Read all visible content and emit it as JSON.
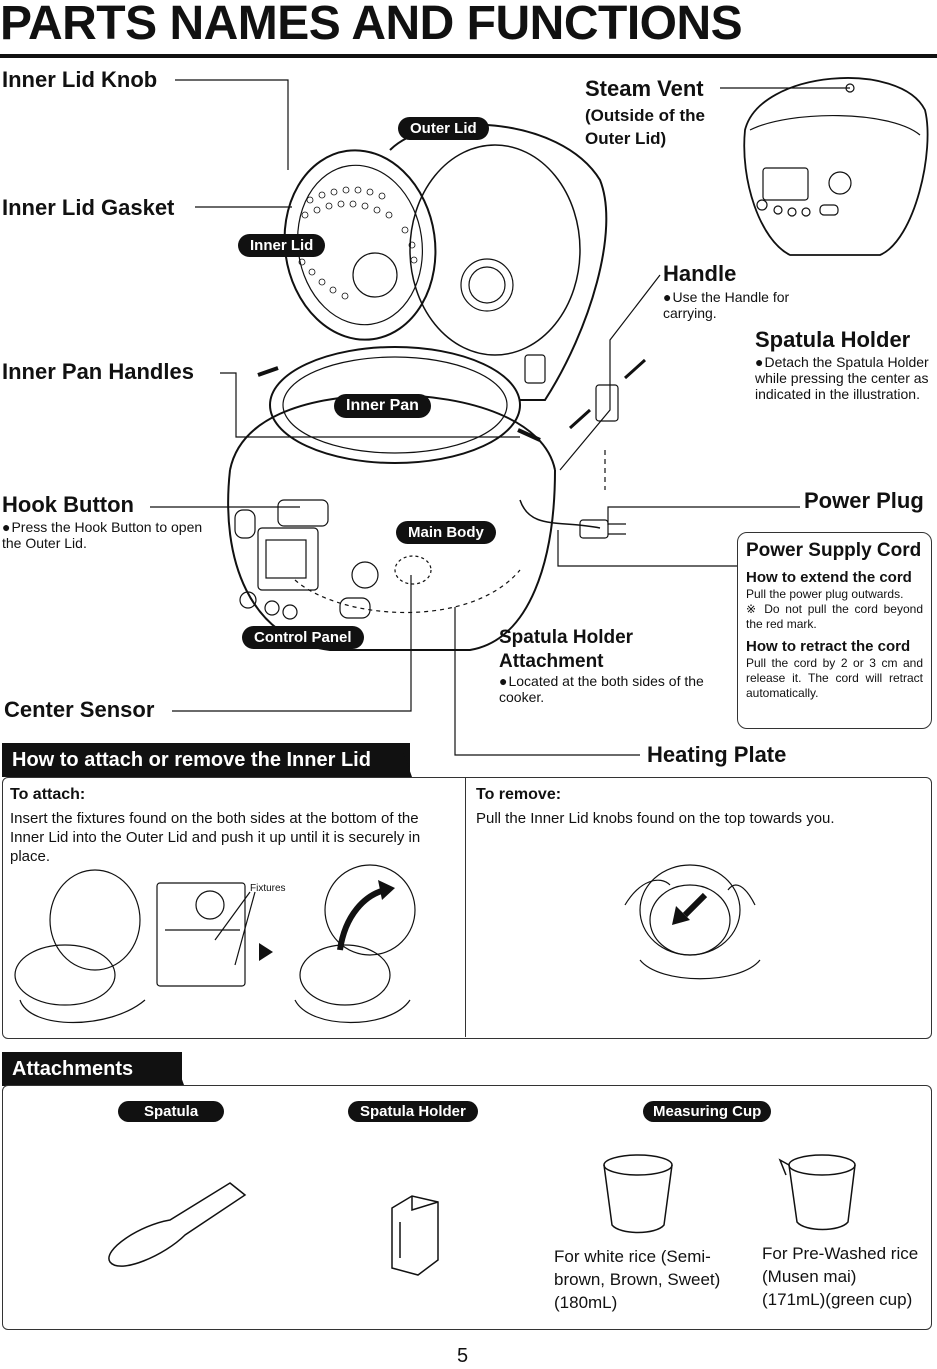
{
  "page_title": "PARTS NAMES AND FUNCTIONS",
  "labels": {
    "inner_lid_knob": "Inner Lid Knob",
    "inner_lid_gasket": "Inner Lid Gasket",
    "inner_pan_handles": "Inner Pan Handles",
    "hook_button": "Hook Button",
    "hook_button_note": "Press the Hook Button to open the Outer Lid.",
    "center_sensor": "Center Sensor",
    "steam_vent": "Steam Vent",
    "steam_vent_note": "(Outside of the Outer Lid)",
    "handle": "Handle",
    "handle_note": "Use the Handle for carrying.",
    "spatula_holder": "Spatula Holder",
    "spatula_holder_note": "Detach the Spatula Holder while pressing the center as indicated in the illustration.",
    "power_plug": "Power Plug",
    "spatula_holder_attachment": "Spatula Holder Attachment",
    "spatula_holder_attachment_note": "Located at the both sides of the cooker.",
    "heating_plate": "Heating Plate"
  },
  "diagram_tags": {
    "outer_lid": "Outer Lid",
    "inner_lid": "Inner Lid",
    "inner_pan": "Inner Pan",
    "main_body": "Main Body",
    "control_panel": "Control Panel"
  },
  "power_cord": {
    "title": "Power Supply Cord",
    "extend_title": "How to extend the cord",
    "extend_text": "Pull the power plug outwards.",
    "extend_warning": "※ Do not pull the cord beyond the red mark.",
    "retract_title": "How to retract the cord",
    "retract_text": "Pull the cord by 2 or 3 cm and release it. The cord will retract automatically."
  },
  "inner_lid_section": {
    "heading": "How to attach or remove the Inner Lid",
    "attach_title": "To attach:",
    "attach_text": "Insert the fixtures found on the both sides at the bottom of the Inner Lid into the Outer Lid and push it up until it is securely in place.",
    "fixtures_label": "Fixtures",
    "remove_title": "To remove:",
    "remove_text": "Pull the Inner Lid knobs found on the top towards you."
  },
  "attachments": {
    "heading": "Attachments",
    "spatula": "Spatula",
    "spatula_holder": "Spatula Holder",
    "measuring_cup": "Measuring Cup",
    "cup1_text": "For white rice (Semi-brown, Brown, Sweet) (180mL)",
    "cup2_text": "For Pre-Washed rice (Musen mai) (171mL)(green cup)"
  },
  "page_number": "5"
}
